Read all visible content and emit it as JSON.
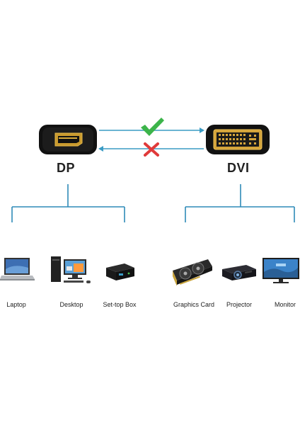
{
  "connectors": {
    "left": {
      "label": "DP",
      "icon": "displayport-connector-icon"
    },
    "right": {
      "label": "DVI",
      "icon": "dvi-connector-icon"
    }
  },
  "signal": {
    "forward": {
      "icon": "check-icon",
      "color": "#3cb44a"
    },
    "reverse": {
      "icon": "cross-icon",
      "color": "#e03a3a"
    },
    "arrow_color": "#3a9bc4"
  },
  "tree_color": "#2e8ab8",
  "devices": {
    "left": [
      {
        "label": "Laptop",
        "icon": "laptop-icon"
      },
      {
        "label": "Desktop",
        "icon": "desktop-computer-icon"
      },
      {
        "label": "Set-top Box",
        "icon": "set-top-box-icon"
      }
    ],
    "right": [
      {
        "label": "Graphics Card",
        "icon": "graphics-card-icon"
      },
      {
        "label": "Projector",
        "icon": "projector-icon"
      },
      {
        "label": "Monitor",
        "icon": "monitor-icon"
      }
    ]
  }
}
